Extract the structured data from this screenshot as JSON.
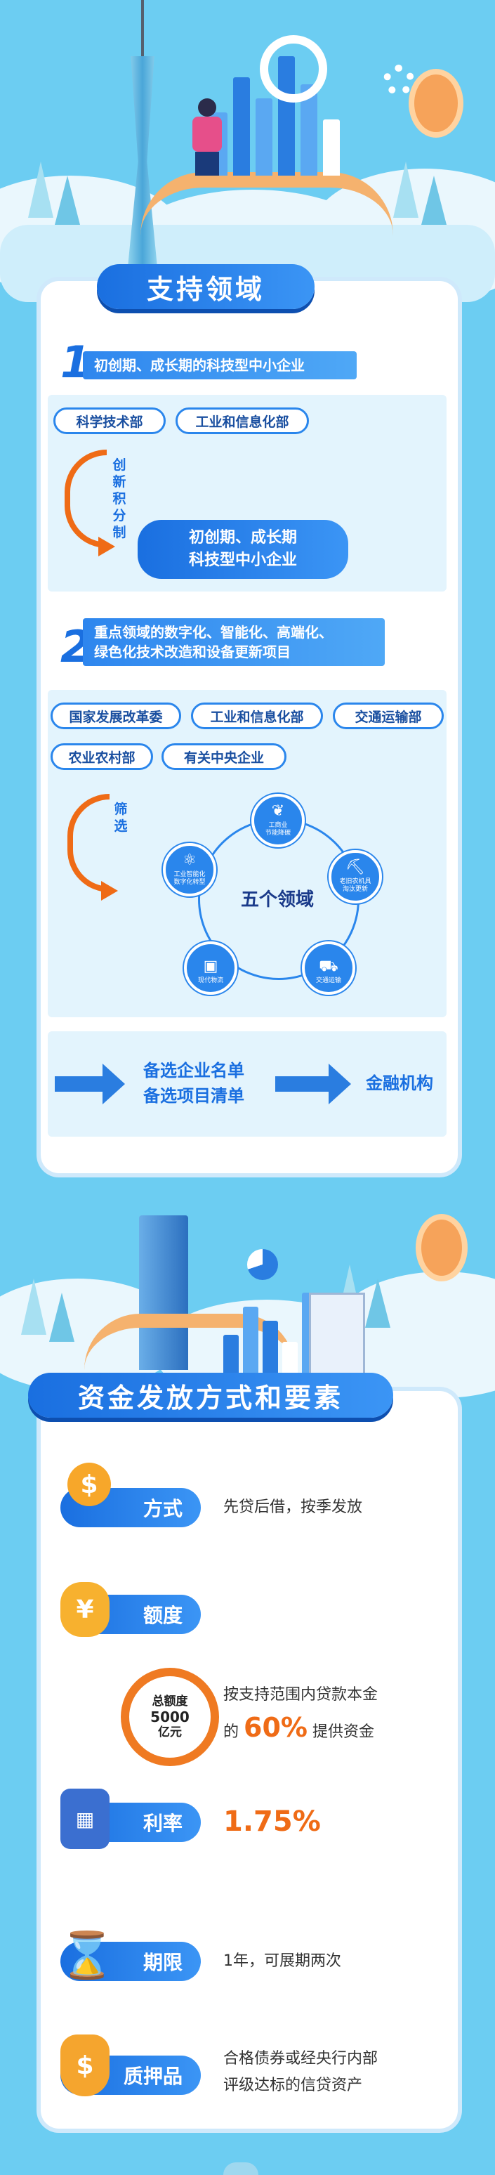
{
  "section1": {
    "title": "支持领域",
    "item1": {
      "number": "1",
      "label": "初创期、成长期的科技型中小企业",
      "departments": [
        "科学技术部",
        "工业和信息化部"
      ],
      "process": "创新积分制",
      "result_line1": "初创期、成长期",
      "result_line2": "科技型中小企业"
    },
    "item2": {
      "number": "2",
      "label_line1": "重点领域的数字化、智能化、高端化、",
      "label_line2": "绿色化技术改造和设备更新项目",
      "departments": [
        "国家发展改革委",
        "工业和信息化部",
        "交通运输部",
        "农业农村部",
        "有关中央企业"
      ],
      "process": "筛选",
      "center": "五个领域",
      "fields": [
        {
          "icon": "leaf-icon",
          "line1": "工商业",
          "line2": "节能降碳"
        },
        {
          "icon": "excavator-icon",
          "line1": "老旧农机具",
          "line2": "淘汰更新"
        },
        {
          "icon": "truck-icon",
          "line1": "交通运输",
          "line2": ""
        },
        {
          "icon": "box-icon",
          "line1": "现代物流",
          "line2": ""
        },
        {
          "icon": "atom-icon",
          "line1": "工业智能化",
          "line2": "数字化转型"
        }
      ]
    },
    "flow": {
      "middle_line1": "备选企业名单",
      "middle_line2": "备选项目清单",
      "end": "金融机构"
    }
  },
  "section2": {
    "title": "资金发放方式和要素",
    "rows": [
      {
        "icon": "dollar-hand-icon",
        "label": "方式",
        "text": "先贷后借，按季发放"
      },
      {
        "icon": "yuan-coins-icon",
        "label": "额度",
        "text": ""
      },
      {
        "icon": "calculator-icon",
        "label": "利率",
        "text": "1.75%"
      },
      {
        "icon": "hourglass-icon",
        "label": "期限",
        "text": "1年，可展期两次"
      },
      {
        "icon": "money-bag-icon",
        "label": "质押品",
        "text_line1": "合格债券或经央行内部",
        "text_line2": "评级达标的信贷资产"
      }
    ],
    "quota": {
      "circle_line1": "总额度",
      "circle_line2": "5000",
      "circle_line3": "亿元",
      "text_line1": "按支持范围内贷款本金",
      "text_prefix": "的",
      "text_highlight": "60%",
      "text_suffix": "提供资金"
    }
  },
  "colors": {
    "background": "#6ccdf2",
    "primary_blue": "#1a6fe0",
    "accent_orange": "#ef6b16",
    "panel": "#e3f4fd"
  }
}
